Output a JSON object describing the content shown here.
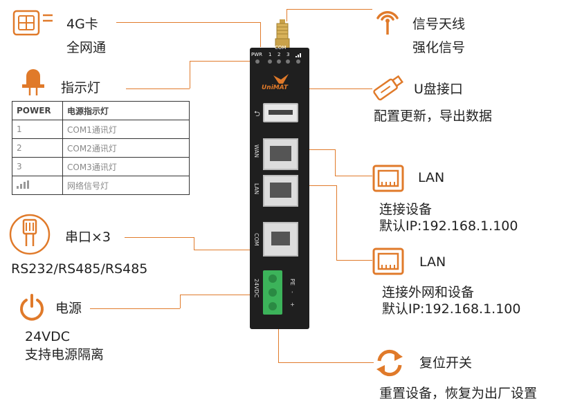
{
  "labels": {
    "sim_title": "4G卡",
    "sim_sub": "全网通",
    "indicator_title": "指示灯",
    "serial_title": "串口×3",
    "serial_sub": "RS232/RS485/RS485",
    "power_title": "电源",
    "power_sub1": "24VDC",
    "power_sub2": "支持电源隔离",
    "antenna_title": "信号天线",
    "antenna_sub": "强化信号",
    "usb_title": "U盘接口",
    "usb_sub": "配置更新，导出数据",
    "lan1_title": "LAN",
    "lan1_sub1": "连接设备",
    "lan1_sub2": "默认IP:192.168.1.100",
    "lan2_title": "LAN",
    "lan2_sub1": "连接外网和设备",
    "lan2_sub2": "默认IP:192.168.1.100",
    "reset_title": "复位开关",
    "reset_sub": "重置设备，恢复为出厂设置"
  },
  "indicator_table": [
    {
      "key": "POWER",
      "desc": "电源指示灯"
    },
    {
      "key": "1",
      "desc": "COM1通讯灯"
    },
    {
      "key": "2",
      "desc": "COM2通讯灯"
    },
    {
      "key": "3",
      "desc": "COM3通讯灯"
    },
    {
      "key": "",
      "desc": "网络信号灯"
    }
  ],
  "device": {
    "brand": "UniMAT",
    "com_label": "COM",
    "pwr_label": "PWR",
    "led_1": "1",
    "led_2": "2",
    "led_3": "3",
    "wan_label": "WAN",
    "lan_label": "LAN",
    "com_port_label": "COM",
    "power_label": "24VDC",
    "pe_label": "PE",
    "minus": "-",
    "plus": "+"
  },
  "colors": {
    "accent": "#e07a2a",
    "device_body": "#1f1f1f",
    "terminal": "#3cb35a"
  },
  "icons": [
    "sim-card-icon",
    "indicator-lamp-icon",
    "serial-port-icon",
    "power-icon",
    "antenna-icon",
    "usb-drive-icon",
    "ethernet-icon",
    "reset-icon"
  ]
}
